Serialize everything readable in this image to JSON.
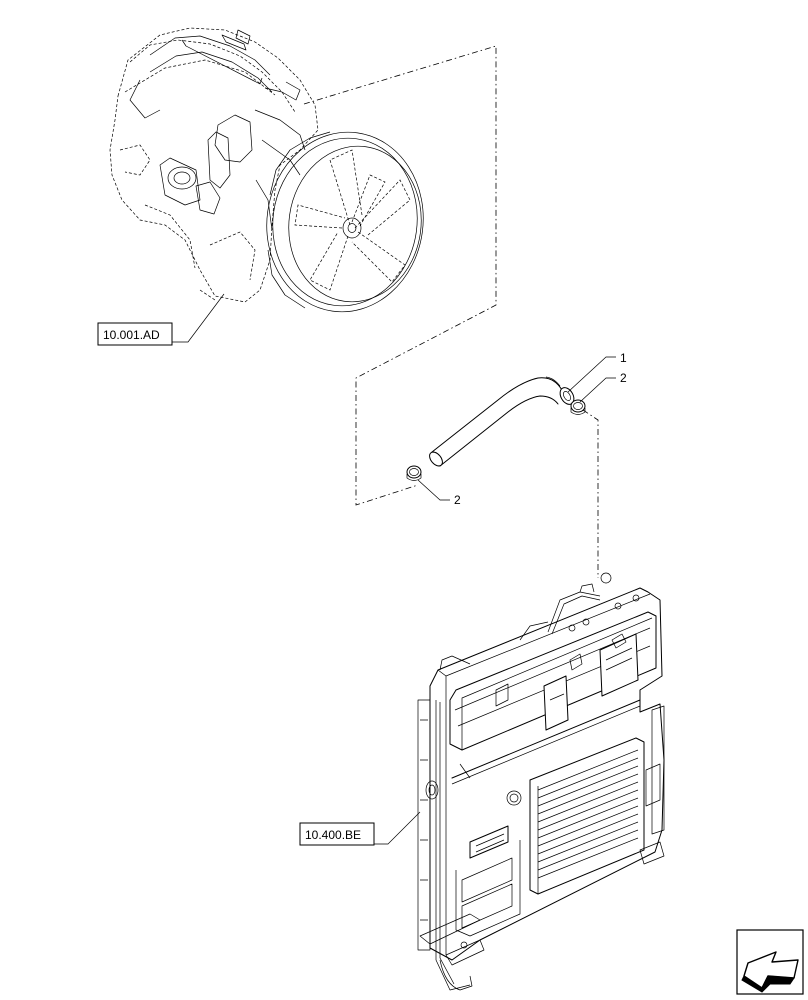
{
  "diagram": {
    "references": [
      {
        "id": "engine",
        "text": "10.001.AD"
      },
      {
        "id": "radiator",
        "text": "10.400.BE"
      }
    ],
    "callouts": [
      {
        "id": "hose",
        "text": "1"
      },
      {
        "id": "clamp-upper",
        "text": "2"
      },
      {
        "id": "clamp-lower",
        "text": "2"
      }
    ],
    "nav_icon": "next-page-arrow-icon"
  }
}
